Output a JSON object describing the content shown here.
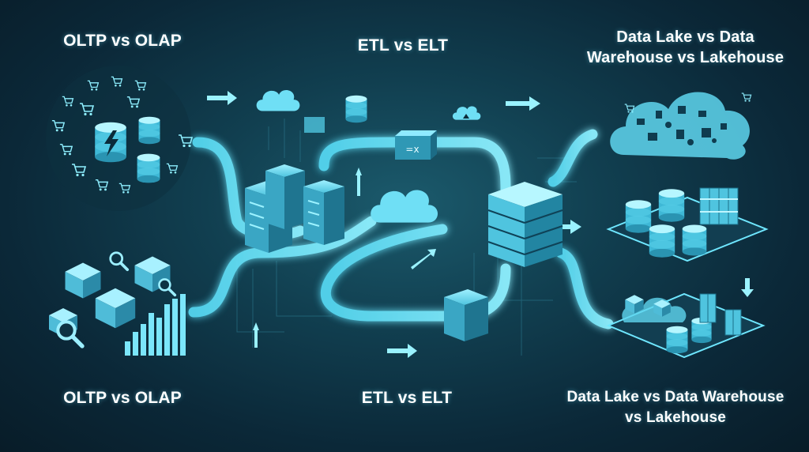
{
  "labels": {
    "top_left": "OLTP vs OLAP",
    "top_center": "ETL vs ELT",
    "top_right_line1": "Data Lake vs Data",
    "top_right_line2": "Warehouse vs Lakehouse",
    "bottom_left": "OLTP vs OLAP",
    "bottom_center": "ETL vs ELT",
    "bottom_right_line1": "Data Lake vs Data Warehouse",
    "bottom_right_line2": "vs Lakehouse"
  },
  "icons": {
    "shopping": "shopping-cart-icon",
    "database": "database-icon",
    "lightning": "lightning-icon",
    "cloud": "cloud-icon",
    "server": "server-rack-icon",
    "cube": "cube-icon",
    "magnifier": "magnifier-icon",
    "bar_chart": "bar-chart-icon",
    "arrow": "arrow-icon"
  },
  "colors": {
    "background": "#0b2838",
    "glow": "#6fe7ff",
    "pipe": "#3fc6e6",
    "accent": "#9af2ff",
    "text": "#ffffff"
  }
}
